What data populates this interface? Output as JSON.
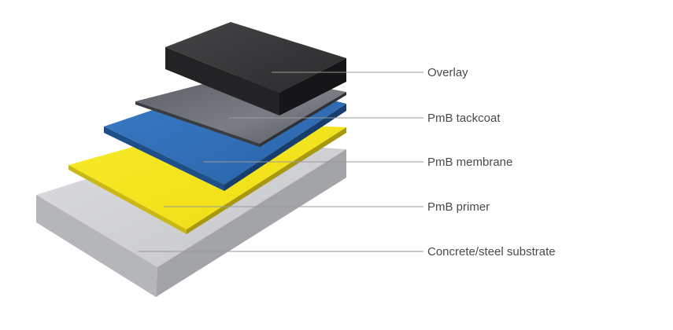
{
  "layers": [
    {
      "id": "overlay",
      "label": "Overlay",
      "color_top": "#3a3a3c",
      "color_side": "#1e1e20"
    },
    {
      "id": "tackcoat",
      "label": "PmB tackcoat",
      "color_top": "#6b6e74",
      "color_side": "#3e4045"
    },
    {
      "id": "membrane",
      "label": "PmB membrane",
      "color_top": "#2f6fb8",
      "color_side": "#1d4f8c"
    },
    {
      "id": "primer",
      "label": "PmB primer",
      "color_top": "#f2e21e",
      "color_side": "#b8a612"
    },
    {
      "id": "substrate",
      "label": "Concrete/steel substrate",
      "color_top": "#cfd0d2",
      "color_side": "#a9aaad"
    }
  ]
}
